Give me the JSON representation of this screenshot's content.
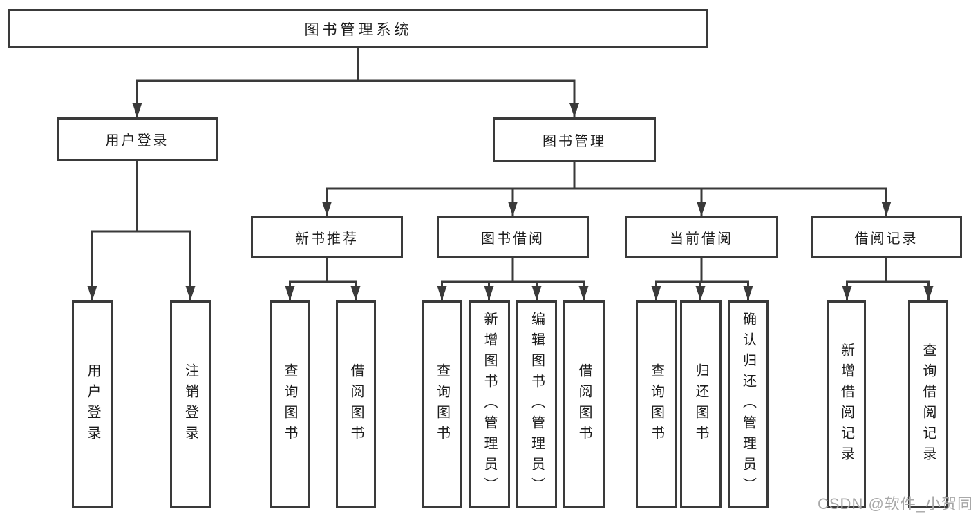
{
  "diagram": {
    "type": "tree-diagram",
    "title": "图书管理系统",
    "watermark": "CSDN @软件_小贺同学",
    "colors": {
      "line": "#3a3a3a",
      "text": "#1c1c1c",
      "background": "#ffffff",
      "watermark": "#a8a8a8"
    },
    "nodes": {
      "root": "图书管理系统",
      "user_login": "用户登录",
      "book_management": "图书管理",
      "new_book_recommend": "新书推荐",
      "book_borrow": "图书借阅",
      "current_borrow": "当前借阅",
      "borrow_records": "借阅记录",
      "leaf_user_login": "用户登录",
      "leaf_logout": "注销登录",
      "leaf_query_books_a": "查询图书",
      "leaf_borrow_books_a": "借阅图书",
      "leaf_query_books_b": "查询图书",
      "leaf_add_books_admin": "新增图书（管理员）",
      "leaf_edit_books_admin": "编辑图书（管理员）",
      "leaf_borrow_books_b": "借阅图书",
      "leaf_query_books_c": "查询图书",
      "leaf_return_books": "归还图书",
      "leaf_confirm_return_admin": "确认归还（管理员）",
      "leaf_add_borrow_record": "新增借阅记录",
      "leaf_query_borrow_record": "查询借阅记录"
    },
    "edges": [
      "图书管理系统→用户登录",
      "图书管理系统→图书管理",
      "用户登录→用户登录",
      "用户登录→注销登录",
      "图书管理→新书推荐",
      "图书管理→图书借阅",
      "图书管理→当前借阅",
      "图书管理→借阅记录",
      "新书推荐→查询图书",
      "新书推荐→借阅图书",
      "图书借阅→查询图书",
      "图书借阅→新增图书（管理员）",
      "图书借阅→编辑图书（管理员）",
      "图书借阅→借阅图书",
      "当前借阅→查询图书",
      "当前借阅→归还图书",
      "当前借阅→确认归还（管理员）",
      "借阅记录→新增借阅记录",
      "借阅记录→查询借阅记录"
    ]
  }
}
